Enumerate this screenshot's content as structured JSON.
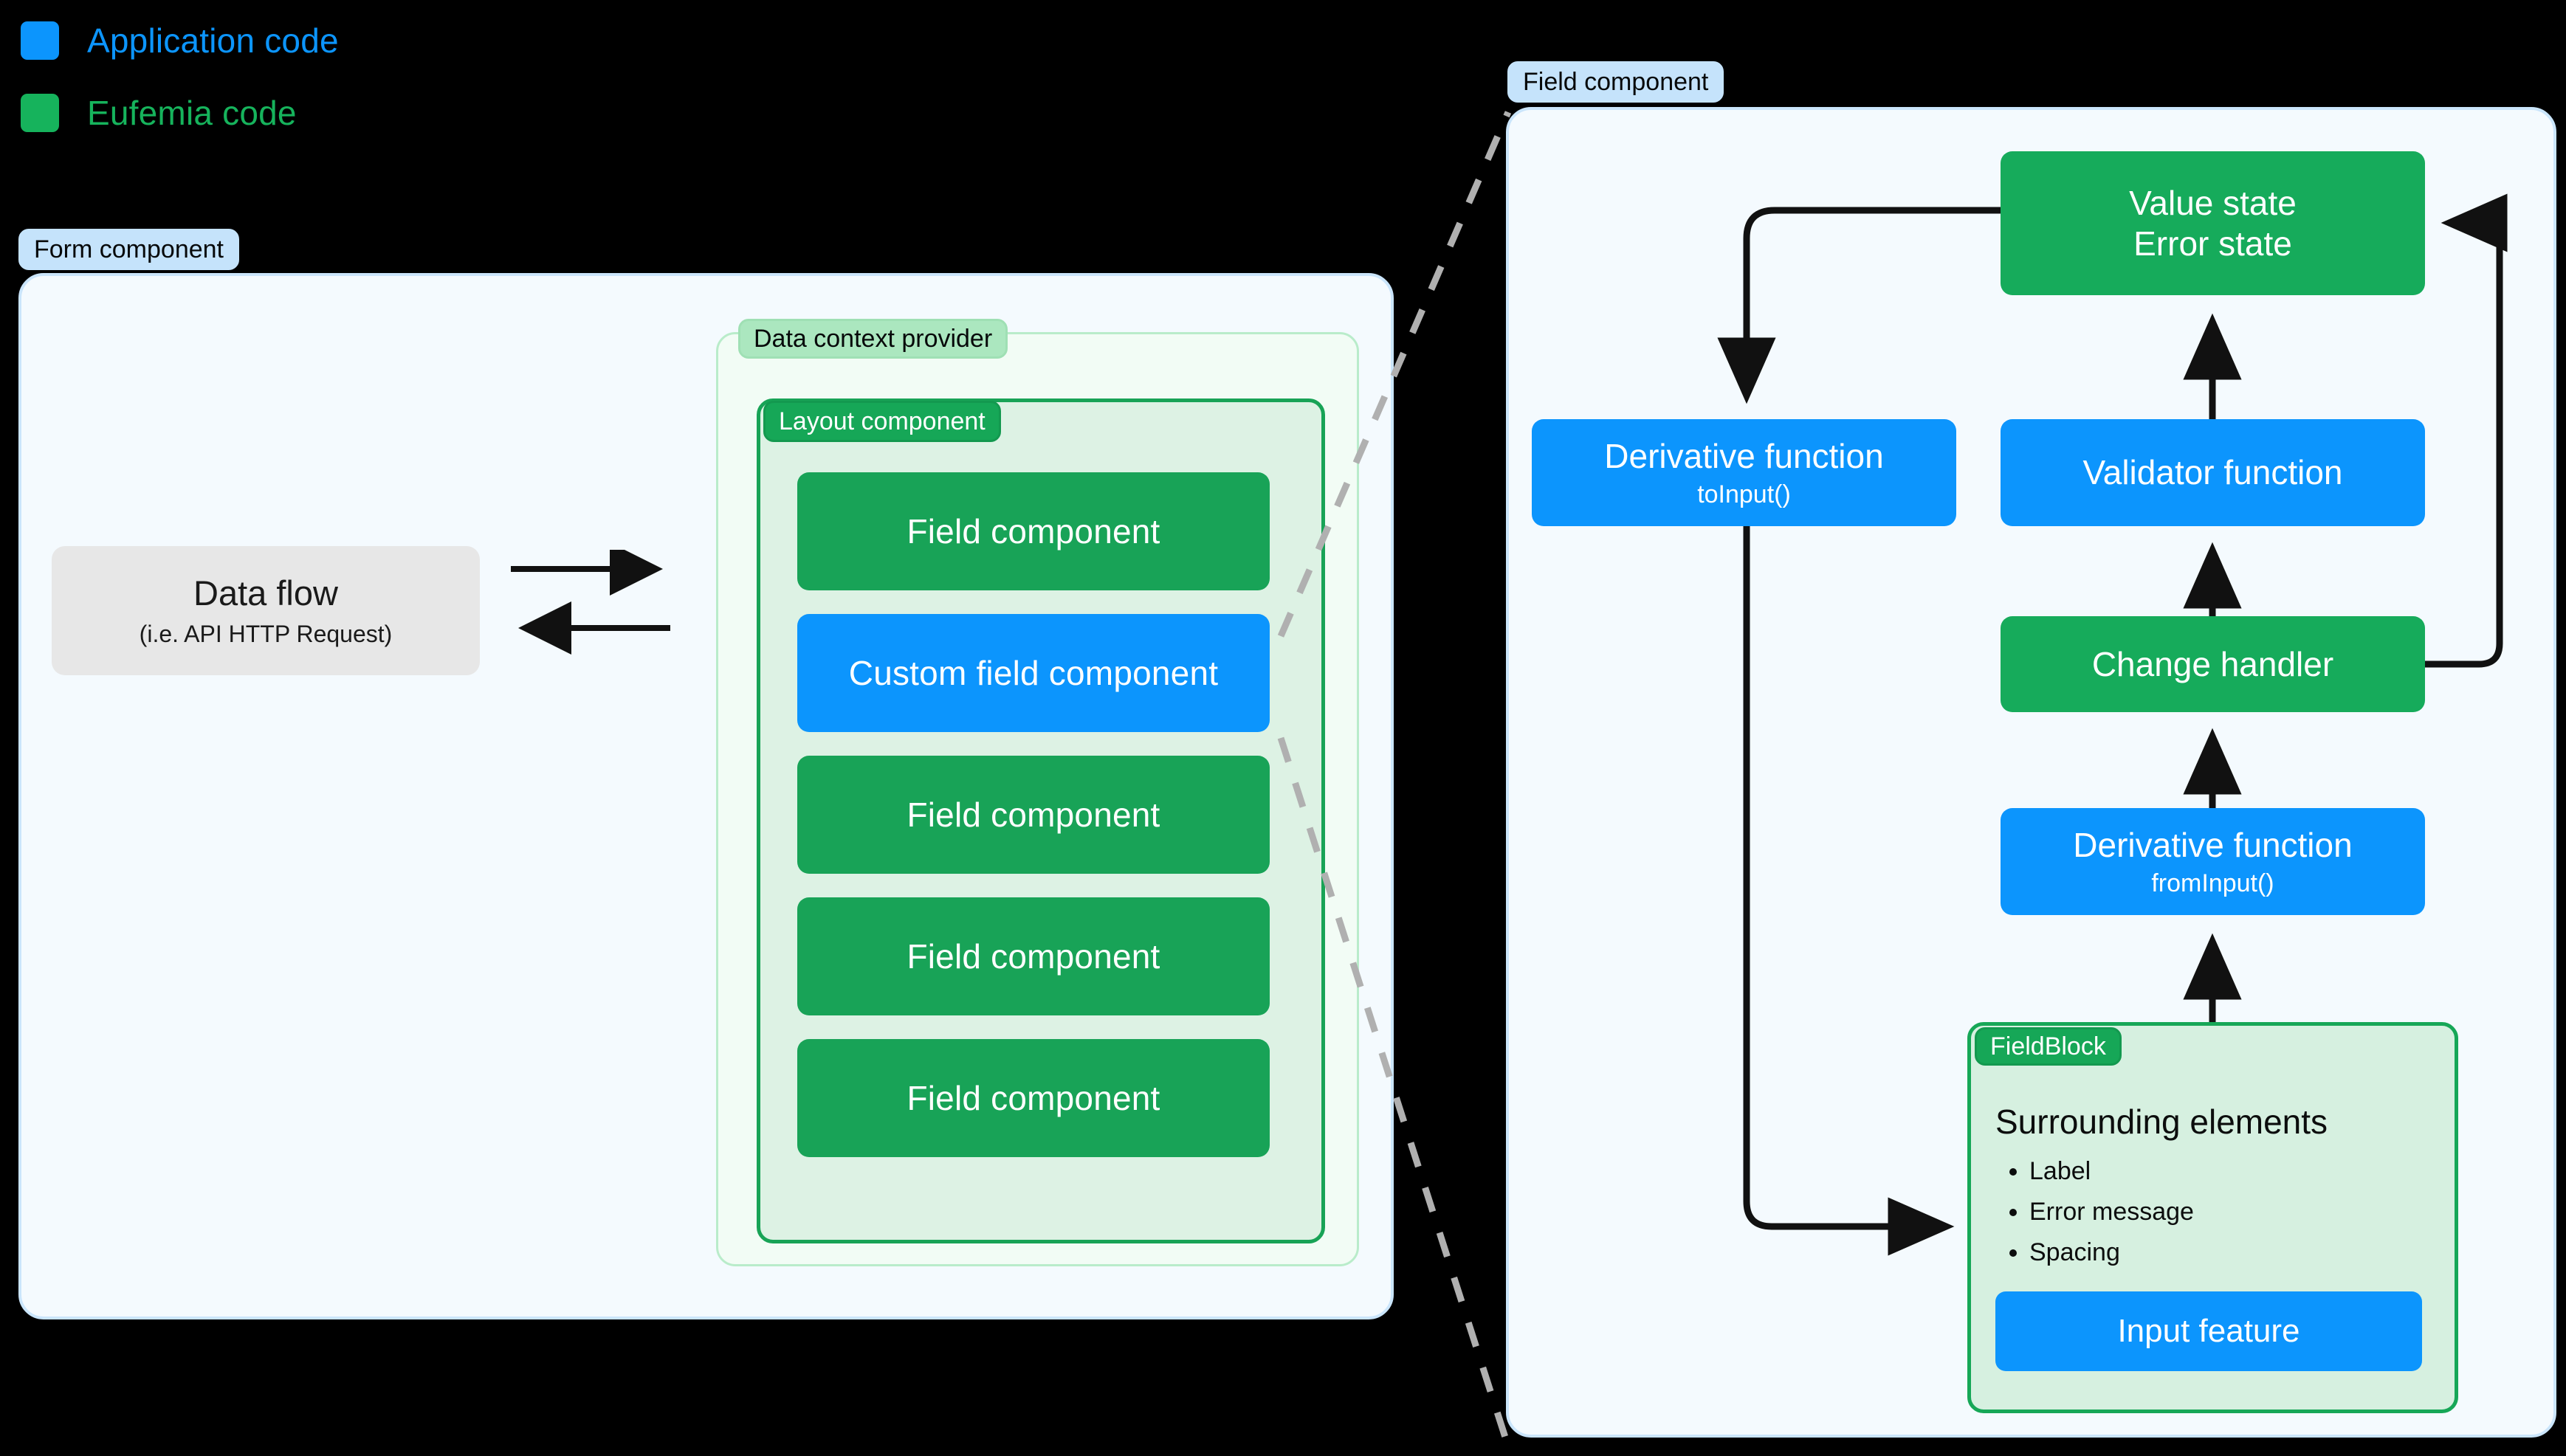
{
  "legend": {
    "items": [
      {
        "label": "Application code",
        "color": "#0c95fd",
        "icon": "blue-square-swatch"
      },
      {
        "label": "Eufemia code",
        "color": "#16b35c",
        "icon": "green-square-swatch"
      }
    ]
  },
  "form_panel": {
    "tag": "Form component",
    "data_flow": {
      "title": "Data flow",
      "subtitle": "(i.e. API HTTP Request)"
    },
    "arrows": [
      "arrow-right",
      "arrow-left"
    ],
    "data_context_provider": {
      "tag": "Data context provider",
      "layout_component": {
        "tag": "Layout component",
        "fields": [
          {
            "label": "Field component",
            "kind": "eufemia"
          },
          {
            "label": "Custom field component",
            "kind": "application"
          },
          {
            "label": "Field component",
            "kind": "eufemia"
          },
          {
            "label": "Field component",
            "kind": "eufemia"
          },
          {
            "label": "Field component",
            "kind": "eufemia"
          }
        ]
      }
    }
  },
  "field_panel": {
    "tag": "Field component",
    "nodes": {
      "value_state": {
        "line1": "Value state",
        "line2": "Error state",
        "kind": "eufemia"
      },
      "to_input": {
        "line1": "Derivative function",
        "line2": "toInput()",
        "kind": "application"
      },
      "validator": {
        "line1": "Validator function",
        "kind": "application"
      },
      "change_handler": {
        "line1": "Change handler",
        "kind": "eufemia"
      },
      "from_input": {
        "line1": "Derivative function",
        "line2": "fromInput()",
        "kind": "application"
      },
      "input_feature": {
        "line1": "Input feature",
        "kind": "application"
      }
    },
    "field_block": {
      "tag": "FieldBlock",
      "title": "Surrounding elements",
      "items": [
        "Label",
        "Error message",
        "Spacing"
      ]
    }
  },
  "colors": {
    "background": "#000000",
    "application_blue": "#0c95fd",
    "eufemia_green": "#16b35c",
    "panel_bg": "#f4fafe",
    "panel_border": "#cae5fb",
    "tag_blue_bg": "#c5e3fb",
    "tag_green_soft_bg": "#abe7bf",
    "tag_green_solid_bg": "#16a757",
    "dataflow_bg": "#e7e7e7",
    "arrow": "#111111",
    "dashed_connector": "#b0b0b0"
  }
}
